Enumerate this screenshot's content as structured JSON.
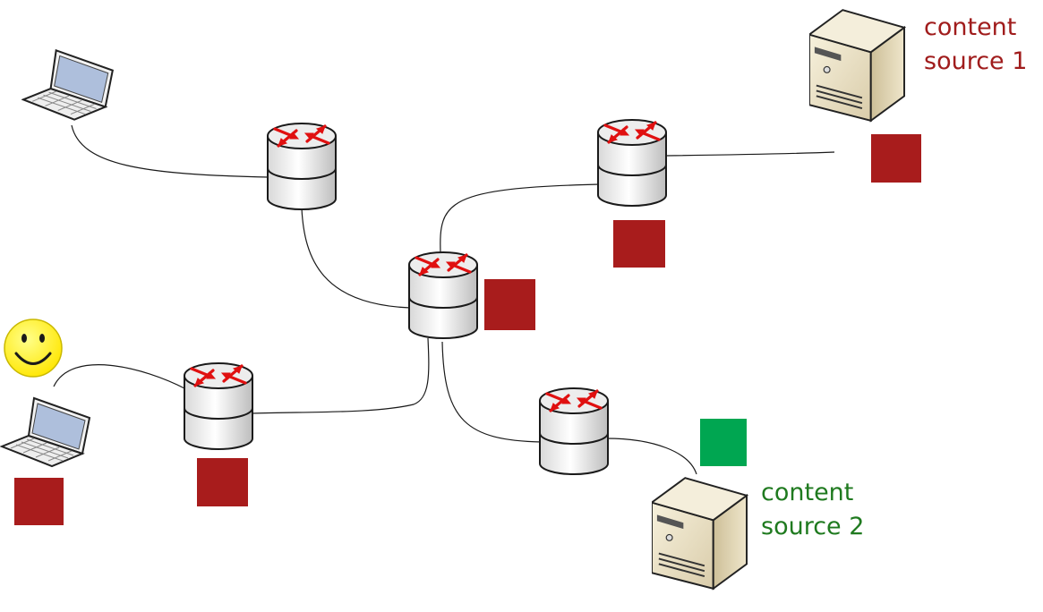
{
  "diagram": {
    "colors": {
      "cached": "#a81c1c",
      "fresh": "#00a651",
      "source1_text": "#a01c1c",
      "source2_text": "#1f7a1f",
      "link": "#1a1a1a",
      "router_arrow": "#e01010",
      "smiley": "#ffee00"
    },
    "sources": [
      {
        "line1": "content",
        "line2": "source 1"
      },
      {
        "line1": "content",
        "line2": "source 2"
      }
    ],
    "icons": [
      "laptop-icon",
      "router-icon",
      "server-icon",
      "smiley-icon",
      "content-block"
    ]
  }
}
